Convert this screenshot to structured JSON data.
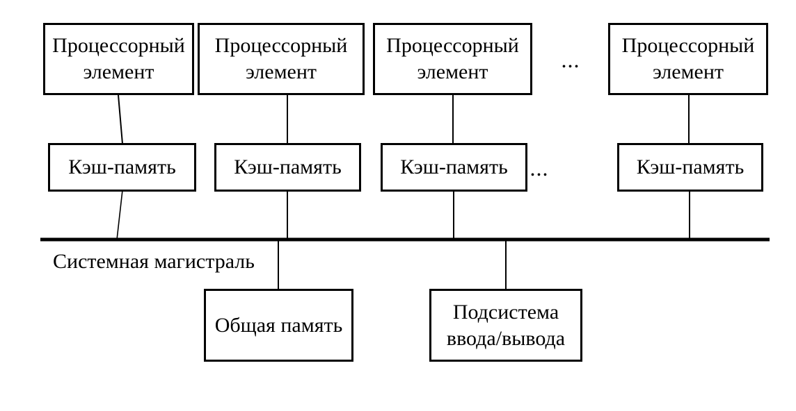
{
  "diagram": {
    "processor_elements": [
      {
        "label": "Процессорный элемент"
      },
      {
        "label": "Процессорный элемент"
      },
      {
        "label": "Процессорный элемент"
      },
      {
        "label": "Процессорный элемент"
      }
    ],
    "caches": [
      {
        "label": "Кэш-память"
      },
      {
        "label": "Кэш-память"
      },
      {
        "label": "Кэш-память"
      },
      {
        "label": "Кэш-память"
      }
    ],
    "ellipsis_top": "...",
    "ellipsis_middle": "...",
    "bus_label": "Системная магистраль",
    "shared_memory_label": "Общая память",
    "io_subsystem_label": "Подсистема ввода/вывода",
    "colors": {
      "line": "#000000",
      "background": "#ffffff",
      "text": "#000000"
    }
  }
}
